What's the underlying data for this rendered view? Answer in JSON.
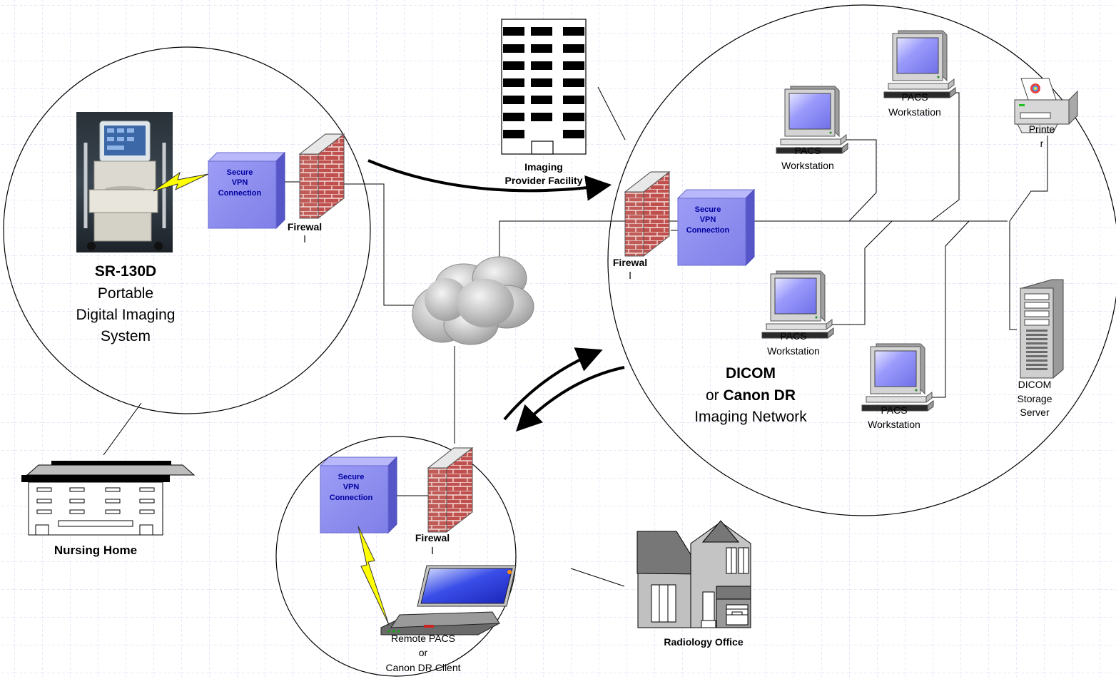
{
  "nodes": {
    "sr130d": {
      "name": "SR-130D",
      "line1": "Portable",
      "line2": "Digital Imaging",
      "line3": "System"
    },
    "nursing_home": {
      "label": "Nursing Home"
    },
    "imaging_facility": {
      "line1": "Imaging",
      "line2": "Provider Facility"
    },
    "network": {
      "line1": "DICOM",
      "line2_or": "or ",
      "line2_bold": "Canon DR",
      "line3": "Imaging Network"
    },
    "radiology_office": {
      "label": "Radiology Office"
    },
    "remote_client": {
      "line1": "Remote PACS",
      "line2": "or",
      "line3": "Canon DR Client"
    }
  },
  "vpn": {
    "line1": "Secure",
    "line2": "VPN",
    "line3": "Connection"
  },
  "firewall": {
    "line1": "Firewal",
    "line2": "l"
  },
  "workstation": {
    "line1": "PACS",
    "line2": "Workstation"
  },
  "printer": {
    "line1": "Printe",
    "line2": "r"
  },
  "storage_server": {
    "line1": "DICOM",
    "line2": "Storage",
    "line3": "Server"
  },
  "colors": {
    "vpn": "#8f8ff2",
    "brick": "#c0504d",
    "monitor_glass": "#9999ff",
    "grid": "#ccd4f0"
  }
}
